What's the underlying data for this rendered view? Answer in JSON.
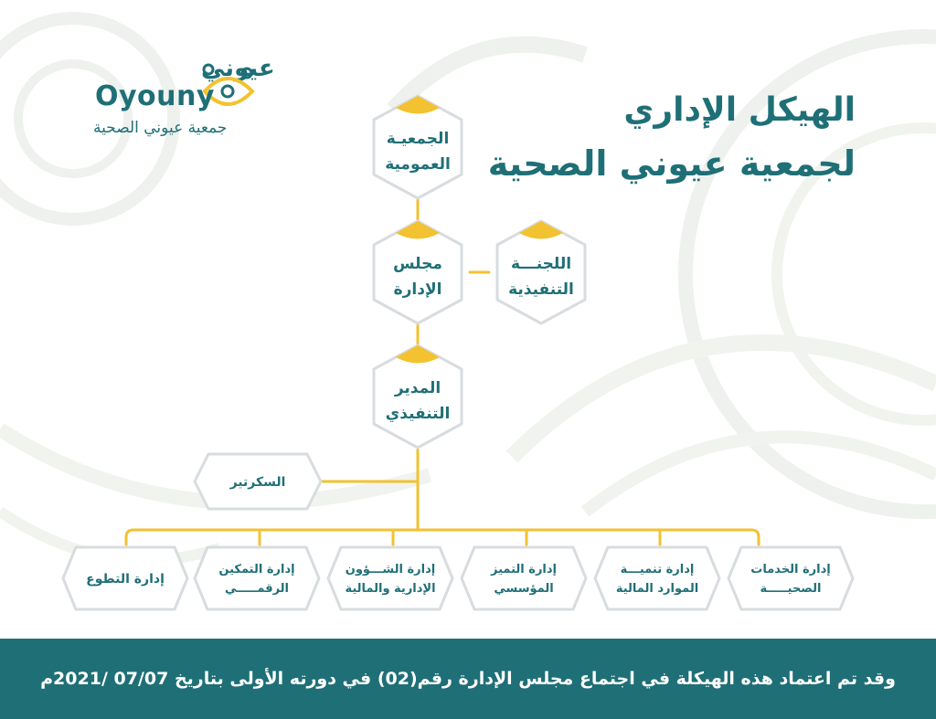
{
  "logo": {
    "name_ar": "عيوني",
    "name_en": "Oyouny",
    "subtitle_ar": "جمعية عيوني الصحية"
  },
  "title": {
    "line1": "الهيكل الإداري",
    "line2": "لجمعية عيوني الصحية"
  },
  "nodes": {
    "general_assembly": {
      "line1": "الجمعيـة",
      "line2": "العمومية"
    },
    "board": {
      "line1": "مجلس",
      "line2": "الإدارة"
    },
    "executive_committee": {
      "line1": "اللجنـــة",
      "line2": "التنفيذية"
    },
    "executive_director": {
      "line1": "المدير",
      "line2": "التنفيذي"
    },
    "secretary": {
      "label": "السكرتير"
    },
    "departments": [
      {
        "line1": "إدارة الخدمات",
        "line2": "الصحيـــــة"
      },
      {
        "line1": "إدارة تنميـــة",
        "line2": "الموارد المالية"
      },
      {
        "line1": "إدارة التميز",
        "line2": "المؤسسي"
      },
      {
        "line1": "إدارة الشـــؤون",
        "line2": "الإدارية والمالية"
      },
      {
        "line1": "إدارة التمكين",
        "line2": "الرقمـــــي"
      },
      {
        "line1": "إدارة التطوع",
        "line2": ""
      }
    ]
  },
  "footer": {
    "text": "وقد تم اعتماد هذه الهيكلة في اجتماع مجلس الإدارة رقم(02) في دورته الأولى بتاريخ 07/07 /2021م"
  },
  "colors": {
    "teal": "#1f6f77",
    "yellow": "#f2c230",
    "bg_deco": "#eef2ee"
  }
}
